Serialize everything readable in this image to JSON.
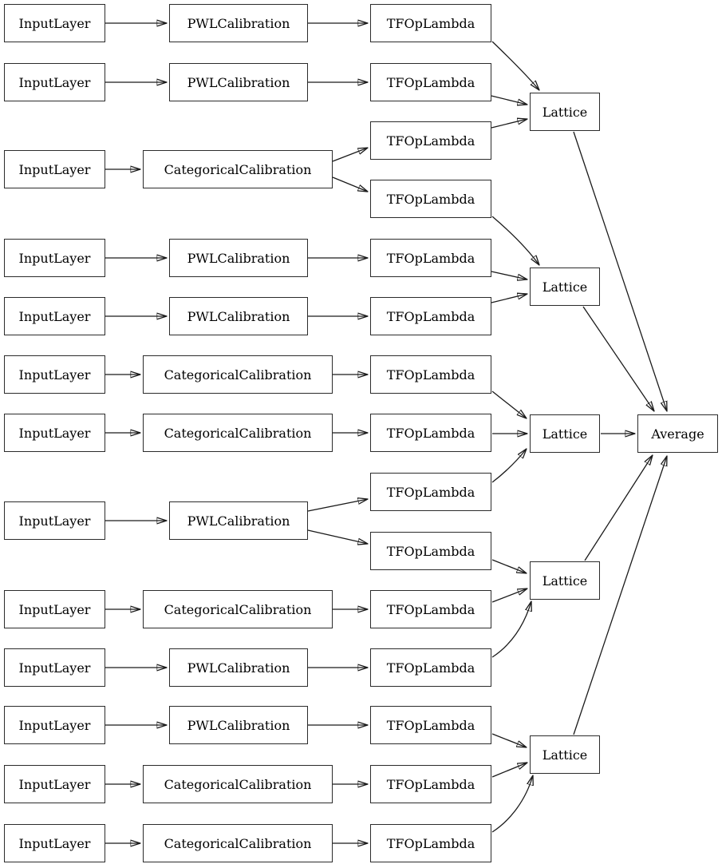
{
  "nodes": {
    "inputs": [
      "InputLayer",
      "InputLayer",
      "InputLayer",
      "InputLayer",
      "InputLayer",
      "InputLayer",
      "InputLayer",
      "InputLayer",
      "InputLayer",
      "InputLayer",
      "InputLayer",
      "InputLayer",
      "InputLayer"
    ],
    "calibrators": [
      "PWLCalibration",
      "PWLCalibration",
      "CategoricalCalibration",
      "PWLCalibration",
      "PWLCalibration",
      "CategoricalCalibration",
      "CategoricalCalibration",
      "PWLCalibration",
      "CategoricalCalibration",
      "PWLCalibration",
      "PWLCalibration",
      "CategoricalCalibration",
      "CategoricalCalibration"
    ],
    "lambdas": [
      "TFOpLambda",
      "TFOpLambda",
      "TFOpLambda",
      "TFOpLambda",
      "TFOpLambda",
      "TFOpLambda",
      "TFOpLambda",
      "TFOpLambda",
      "TFOpLambda",
      "TFOpLambda",
      "TFOpLambda",
      "TFOpLambda",
      "TFOpLambda",
      "TFOpLambda",
      "TFOpLambda"
    ],
    "lattices": [
      "Lattice",
      "Lattice",
      "Lattice",
      "Lattice",
      "Lattice"
    ],
    "average": "Average"
  },
  "edges": [
    [
      "in1",
      "cal1"
    ],
    [
      "in2",
      "cal2"
    ],
    [
      "in3",
      "cal3"
    ],
    [
      "in4",
      "cal4"
    ],
    [
      "in5",
      "cal5"
    ],
    [
      "in6",
      "cal6"
    ],
    [
      "in7",
      "cal7"
    ],
    [
      "in8",
      "cal8"
    ],
    [
      "in9",
      "cal9"
    ],
    [
      "in10",
      "cal10"
    ],
    [
      "in11",
      "cal11"
    ],
    [
      "in12",
      "cal12"
    ],
    [
      "in13",
      "cal13"
    ],
    [
      "cal1",
      "tf1"
    ],
    [
      "cal2",
      "tf2"
    ],
    [
      "cal3",
      "tf3"
    ],
    [
      "cal3",
      "tf4"
    ],
    [
      "cal4",
      "tf5"
    ],
    [
      "cal5",
      "tf6"
    ],
    [
      "cal6",
      "tf7"
    ],
    [
      "cal7",
      "tf8"
    ],
    [
      "cal8",
      "tf9"
    ],
    [
      "cal8",
      "tf10"
    ],
    [
      "cal9",
      "tf11"
    ],
    [
      "cal10",
      "tf12"
    ],
    [
      "cal11",
      "tf13"
    ],
    [
      "cal12",
      "tf14"
    ],
    [
      "cal13",
      "tf15"
    ],
    [
      "tf1",
      "lat1"
    ],
    [
      "tf2",
      "lat1"
    ],
    [
      "tf3",
      "lat1"
    ],
    [
      "tf4",
      "lat2"
    ],
    [
      "tf5",
      "lat2"
    ],
    [
      "tf6",
      "lat2"
    ],
    [
      "tf7",
      "lat3"
    ],
    [
      "tf8",
      "lat3"
    ],
    [
      "tf9",
      "lat3"
    ],
    [
      "tf10",
      "lat4"
    ],
    [
      "tf11",
      "lat4"
    ],
    [
      "tf12",
      "lat4"
    ],
    [
      "tf13",
      "lat5"
    ],
    [
      "tf14",
      "lat5"
    ],
    [
      "tf15",
      "lat5"
    ],
    [
      "lat1",
      "avg"
    ],
    [
      "lat2",
      "avg"
    ],
    [
      "lat3",
      "avg"
    ],
    [
      "lat4",
      "avg"
    ],
    [
      "lat5",
      "avg"
    ]
  ],
  "colors": {
    "node_border": "#2b2b2b",
    "node_fill": "#ffffff",
    "edge": "#1a1a1a",
    "background": "#ffffff"
  }
}
